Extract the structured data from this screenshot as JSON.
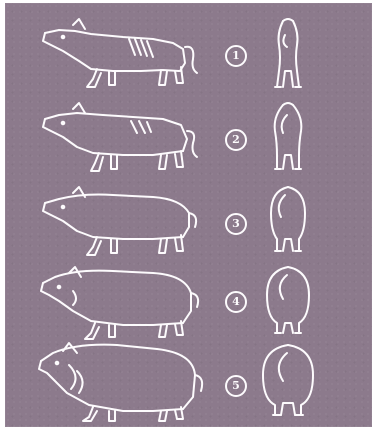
{
  "figure": {
    "background": "#8c7a8c",
    "line_color": "#fdfbfd",
    "rows": [
      {
        "number": "1"
      },
      {
        "number": "2"
      },
      {
        "number": "3"
      },
      {
        "number": "4"
      },
      {
        "number": "5"
      }
    ]
  }
}
